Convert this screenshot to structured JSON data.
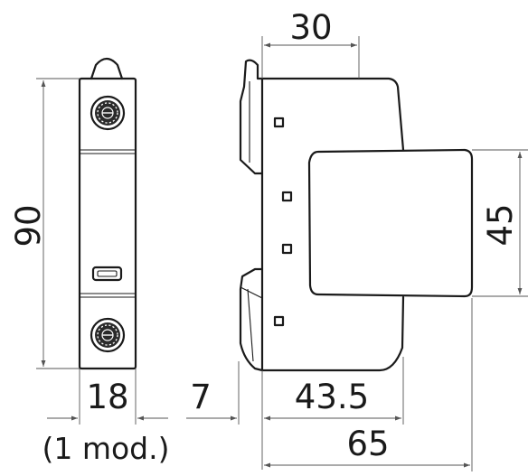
{
  "dimensions": {
    "height_front": "90",
    "width_front": "18",
    "module_note": "(1 mod.)",
    "rail_offset": "7",
    "depth_to_cap": "43.5",
    "depth_total": "65",
    "top_width": "30",
    "cap_height": "45"
  }
}
